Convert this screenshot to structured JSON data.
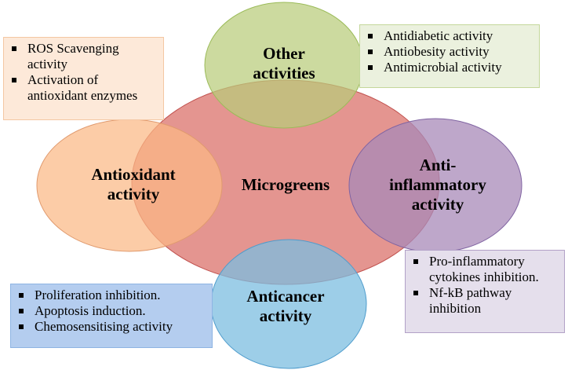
{
  "diagram": {
    "center": {
      "label": "Microgreens"
    },
    "nodes": [
      {
        "id": "other",
        "label_lines": [
          "Other",
          "activities"
        ]
      },
      {
        "id": "antioxidant",
        "label_lines": [
          "Antioxidant",
          "activity"
        ]
      },
      {
        "id": "anti-inflammatory",
        "label_lines": [
          "Anti-",
          "inflammatory",
          "activity"
        ]
      },
      {
        "id": "anticancer",
        "label_lines": [
          "Anticancer",
          "activity"
        ]
      }
    ],
    "boxes": {
      "antioxidant": [
        "ROS Scavenging activity",
        "Activation of antioxidant enzymes"
      ],
      "other": [
        "Antidiabetic activity",
        "Antiobesity activity",
        "Antimicrobial activity"
      ],
      "anti_inflammatory": [
        "Pro-inflammatory cytokines inhibition.",
        "Nf-kB pathway inhibition"
      ],
      "anticancer": [
        "Proliferation inhibition.",
        "Apoptosis  induction.",
        "Chemosensitising activity"
      ]
    }
  },
  "colors": {
    "center_fill": "#e49590",
    "other_fill": "#b8cc7a",
    "antioxidant_fill": "#fbb985",
    "anti_inflammatory_fill": "#a889b8",
    "anticancer_fill": "#7cbde0",
    "antioxidant_box": "#fde9d9",
    "other_box": "#ebf1de",
    "anti_inflammatory_box": "#e5dfec",
    "anticancer_box": "#b4cdef"
  }
}
